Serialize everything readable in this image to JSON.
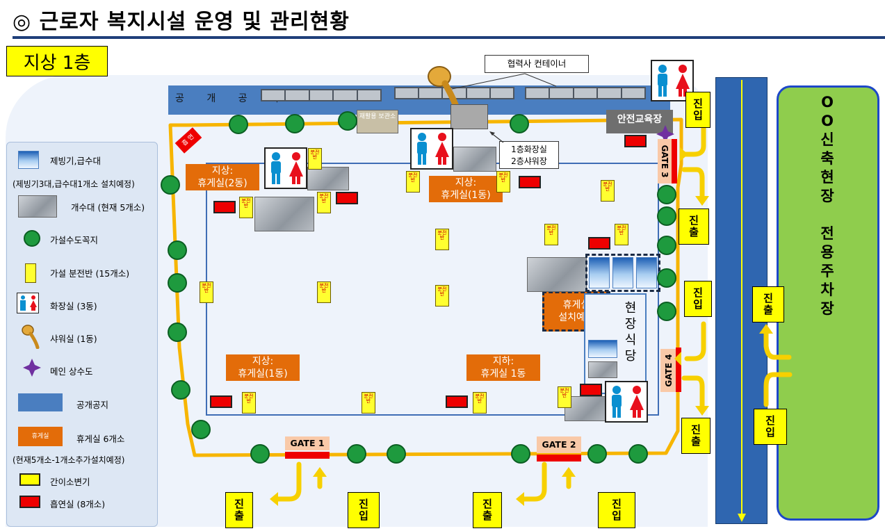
{
  "title": "◎ 근로자 복지시설 운영 및 관리현황",
  "floor_label": "지상 1층",
  "gongae_gongji_band": "공 개 공 지",
  "container_callout": "협력사 컨테이너",
  "recycle_box": "재활용 보관소",
  "safety_room": "안전교육장",
  "toilet_shower_callout": [
    "1층화장실",
    "2층샤워장"
  ],
  "smoking_small_sign": "흡 연",
  "rest_areas": [
    {
      "line1": "지상:",
      "line2": "휴게실(2동)"
    },
    {
      "line1": "지상:",
      "line2": "휴게실(1동)"
    },
    {
      "line1": "지상:",
      "line2": "휴게실(1동)"
    },
    {
      "line1": "지하:",
      "line2": "휴게실 1동"
    }
  ],
  "planned_rest": [
    "휴게실",
    "설치예정"
  ],
  "cafeteria": [
    "현",
    "장",
    "식",
    "당"
  ],
  "panel_text": "분전반",
  "gates": [
    "GATE 1",
    "GATE 2",
    "GATE 3",
    "GATE 4"
  ],
  "flow": {
    "in": [
      "진",
      "입"
    ],
    "out": [
      "진",
      "출"
    ]
  },
  "parking": [
    "O",
    "O",
    "신",
    "축",
    "현",
    "장",
    "",
    "전",
    "용",
    "주",
    "차",
    "장"
  ],
  "legend": {
    "ice": "제빙기,급수대",
    "ice_note": "(제빙기3대,급수대1개소 설치예정)",
    "sink": "개수대 (현재 5개소)",
    "faucet": "가설수도꼭지",
    "panel": "가설 분전반 (15개소)",
    "toilet": "화장실 (3동)",
    "shower": "샤워실 (1동)",
    "water_main": "메인 상수도",
    "public_space": "공개공지",
    "rest_swatch": "휴게실",
    "rest": "휴게실 6개소",
    "rest_note": "(현재5개소-1개소추가설치예정)",
    "urinal": "간이소변기",
    "smoking": "흡연실 (8개소)"
  },
  "colors": {
    "path": "#f7b500",
    "public_space": "#4a7ec0",
    "rest": "#e36c09",
    "smoking": "#ee0000",
    "urinal": "#ffff00",
    "parking": "#8fcd4d",
    "road": "#2f66b0",
    "water_main": "#7030a0",
    "faucet": "#1e9a3e"
  }
}
